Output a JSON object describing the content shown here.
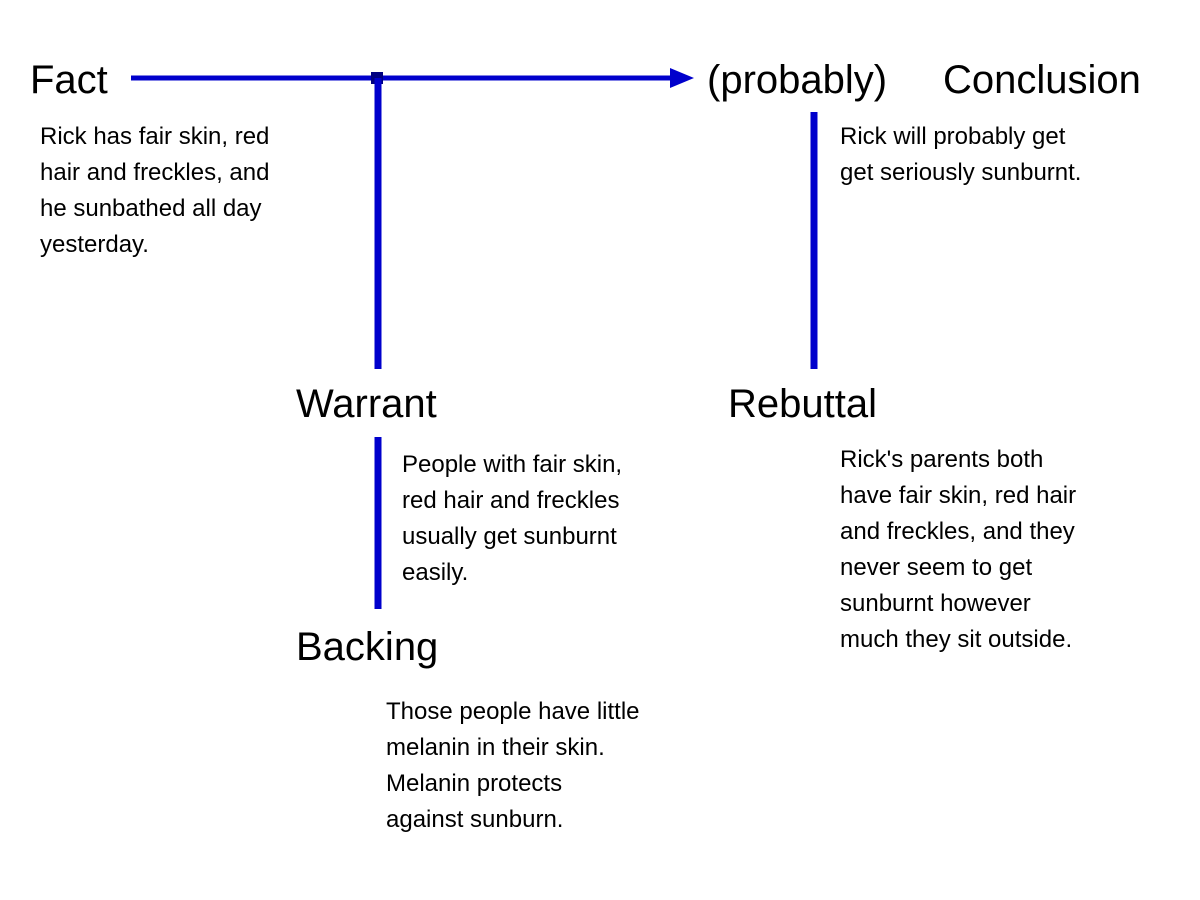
{
  "colors": {
    "line": "#0000cc",
    "text": "#000000",
    "background": "#ffffff"
  },
  "nodes": {
    "fact": {
      "heading": "Fact",
      "lines": [
        "Rick has fair skin, red",
        "hair and freckles, and",
        "he sunbathed all day",
        "yesterday."
      ]
    },
    "qualifier": {
      "heading": "(probably)"
    },
    "conclusion": {
      "heading": "Conclusion",
      "lines": [
        "Rick will probably get",
        "get seriously sunburnt."
      ]
    },
    "warrant": {
      "heading": "Warrant",
      "lines": [
        "People with fair skin,",
        "red hair and freckles",
        "usually get sunburnt",
        "easily."
      ]
    },
    "rebuttal": {
      "heading": "Rebuttal",
      "lines": [
        "Rick's parents both",
        "have fair skin, red hair",
        "and freckles, and they",
        "never seem to get",
        "sunburnt however",
        "much they sit outside."
      ]
    },
    "backing": {
      "heading": "Backing",
      "lines": [
        "Those people have little",
        "melanin in their skin.",
        "Melanin protects",
        "against sunburn."
      ]
    }
  }
}
